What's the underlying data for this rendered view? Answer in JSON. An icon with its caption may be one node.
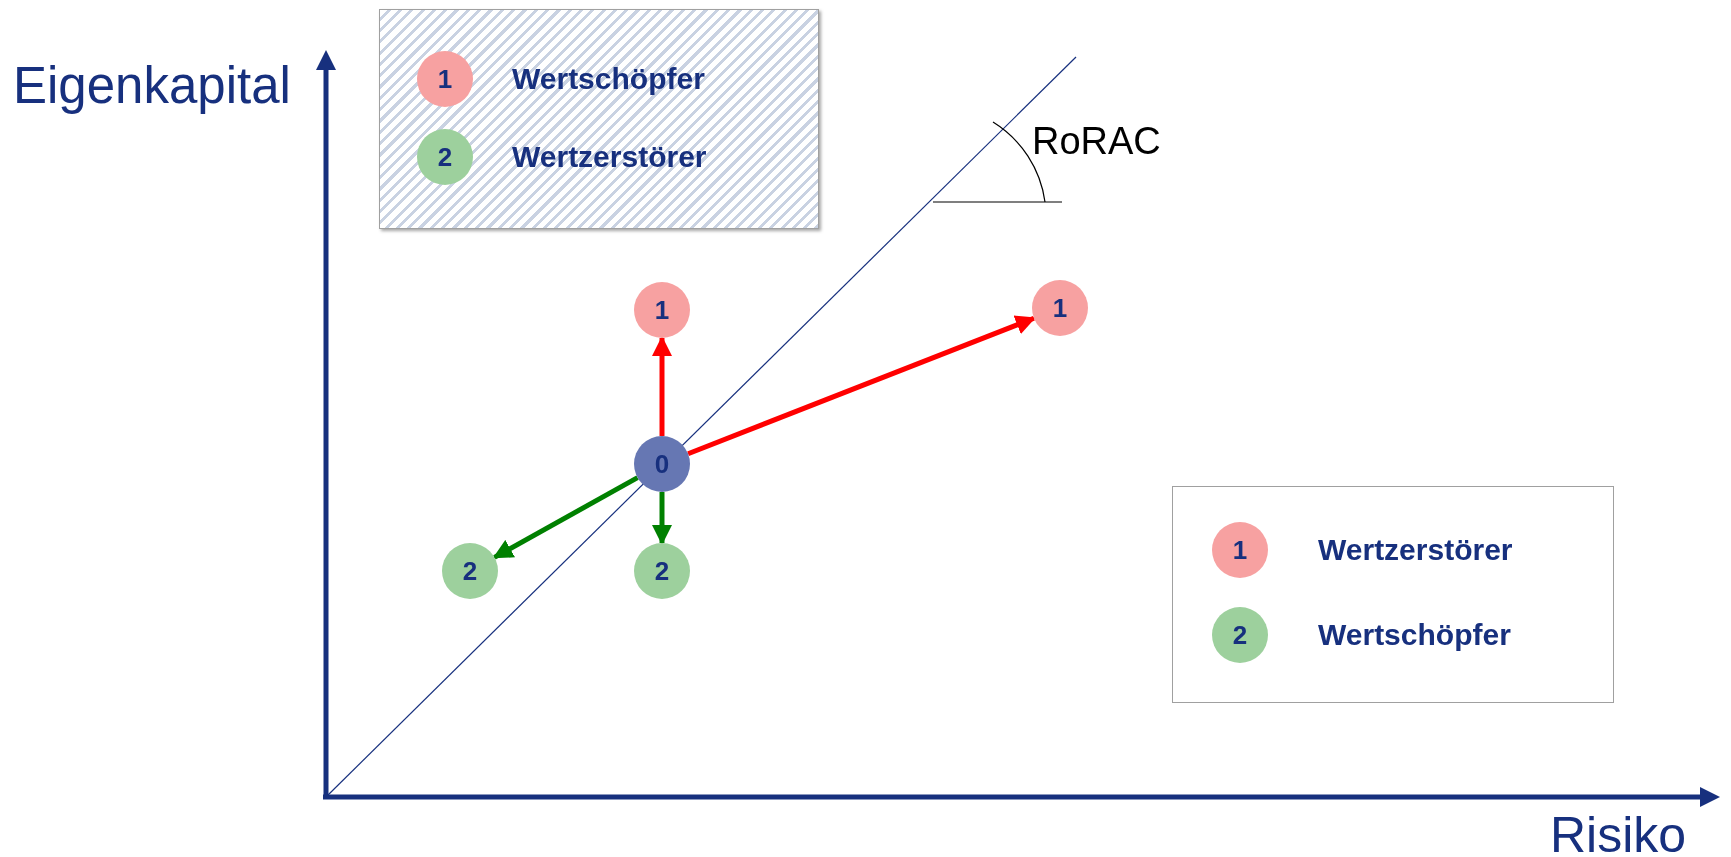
{
  "diagram": {
    "nodes": [
      {
        "text": [],
        "shape": "box"
      },
      {
        "text": [
          "1"
        ],
        "in": 0,
        "beside": [
          "Wertschöpfer"
        ]
      },
      {
        "text": [
          "2"
        ],
        "in": 0,
        "beside": [
          "Wertzerstörer"
        ]
      },
      {
        "text": [
          "1"
        ]
      },
      {
        "text": [
          "1"
        ]
      },
      {
        "text": [
          "0"
        ]
      },
      {
        "text": [],
        "shape": "box"
      },
      {
        "text": [
          "1"
        ],
        "in": 6,
        "beside": [
          "Wertzerstörer"
        ]
      },
      {
        "text": [
          "2"
        ],
        "in": 6,
        "beside": [
          "Wertschöpfer"
        ]
      },
      {
        "text": [
          "2"
        ]
      },
      {
        "text": [
          "2"
        ]
      }
    ],
    "edges": [
      {
        "from": 5,
        "to": 3,
        "arrow": "to",
        "color": "#ff0000"
      },
      {
        "from": 5,
        "to": 4,
        "arrow": "to",
        "color": "#ff0000"
      },
      {
        "from": 5,
        "to": 9,
        "arrow": "to",
        "color": "#008000"
      },
      {
        "from": 5,
        "to": 10,
        "arrow": "to",
        "color": "#008000"
      }
    ],
    "labels": [
      "Eigenkapital",
      "RoRAC",
      "Risiko"
    ]
  }
}
